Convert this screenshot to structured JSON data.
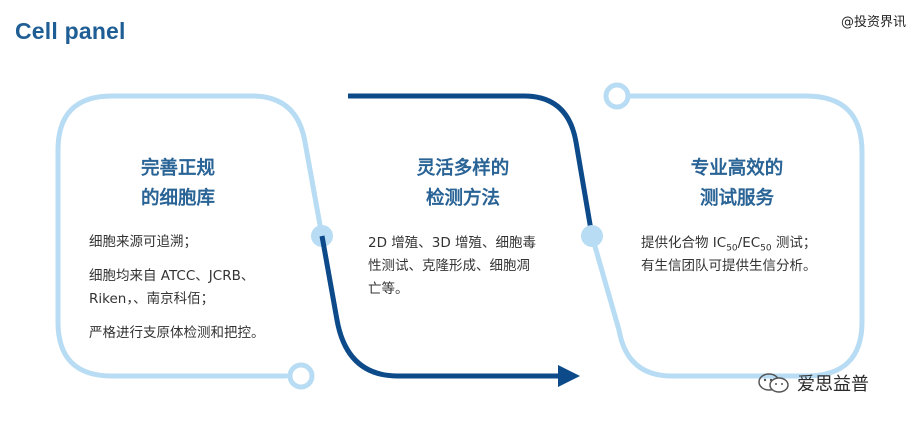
{
  "page": {
    "title": "Cell panel",
    "watermark_top": "@投资界讯",
    "watermark_bottom": "爱思益普"
  },
  "cards": [
    {
      "heading_line1": "完善正规",
      "heading_line2": "的细胞库",
      "body": [
        "细胞来源可追溯；",
        "细胞均来自 ATCC、JCRB、",
        "Riken，、南京科佰；",
        "严格进行支原体检测和把控。"
      ]
    },
    {
      "heading_line1": "灵活多样的",
      "heading_line2": "检测方法",
      "body": [
        "2D 增殖、3D 增殖、细胞毒",
        "性测试、克隆形成、细胞凋",
        "亡等。"
      ]
    },
    {
      "heading_line1": "专业高效的",
      "heading_line2": "测试服务",
      "body_line1_pre": "提供化合物 IC",
      "body_line1_sub1": "50",
      "body_line1_mid": "/EC",
      "body_line1_sub2": "50",
      "body_line1_post": " 测试；",
      "body_line2": "有生信团队可提供生信分析。"
    }
  ],
  "colors": {
    "light_blue": "#b7dcf3",
    "dark_blue": "#0d4a8a",
    "heading": "#2a6496",
    "title": "#1f5e95"
  }
}
